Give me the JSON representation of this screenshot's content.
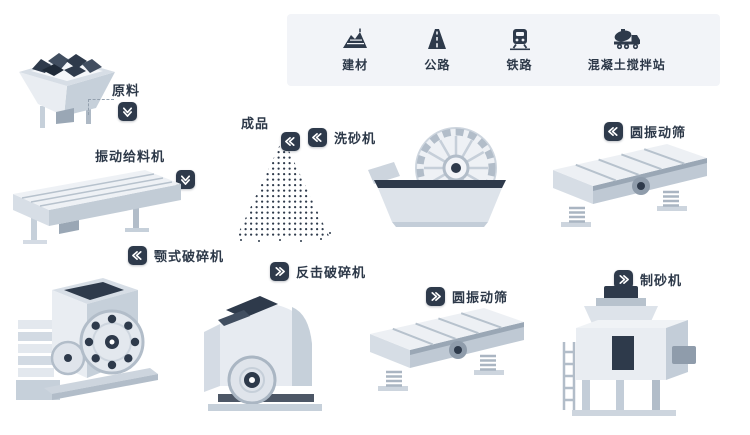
{
  "colors": {
    "accent_dark": "#2e3a4b",
    "machine_light": "#e9edf2",
    "machine_mid": "#c6d0da",
    "legend_background": "#f2f4f8"
  },
  "legend": {
    "items": [
      {
        "label": "建材",
        "icon": "building-materials-icon"
      },
      {
        "label": "公路",
        "icon": "highway-icon"
      },
      {
        "label": "铁路",
        "icon": "railway-icon"
      },
      {
        "label": "混凝土搅拌站",
        "icon": "concrete-mixing-plant-icon"
      }
    ]
  },
  "nodes": {
    "raw_material": {
      "label": "原料"
    },
    "vibrating_feeder": {
      "label": "振动给料机"
    },
    "finished_product": {
      "label": "成品"
    },
    "sand_washer": {
      "label": "洗砂机"
    },
    "screen_top": {
      "label": "圆振动筛"
    },
    "jaw_crusher": {
      "label": "颚式破碎机"
    },
    "impact_crusher": {
      "label": "反击破碎机"
    },
    "screen_bottom": {
      "label": "圆振动筛"
    },
    "sand_maker": {
      "label": "制砂机"
    }
  }
}
